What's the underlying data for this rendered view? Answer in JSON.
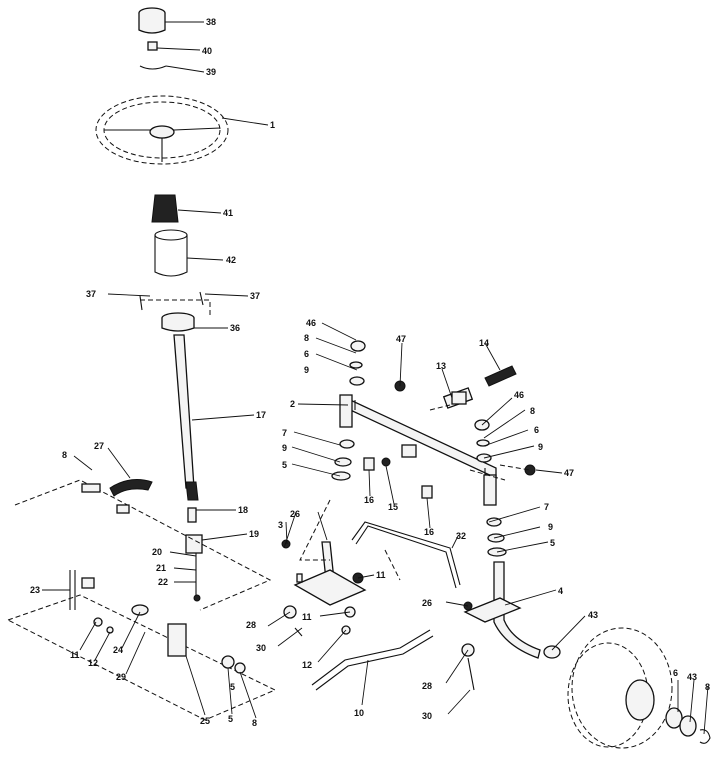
{
  "callouts": {
    "c1": "1",
    "c2": "2",
    "c4": "4",
    "c5a": "5",
    "c5b": "5",
    "c5c": "5",
    "c5d": "5",
    "c6a": "6",
    "c6b": "6",
    "c6c": "6",
    "c8a": "8",
    "c8b": "8",
    "c8c": "8",
    "c8d": "8",
    "c8e": "8",
    "c9a": "9",
    "c9b": "9",
    "c9c": "9",
    "c9d": "9",
    "c10": "10",
    "c11a": "11",
    "c11b": "11",
    "c11c": "11",
    "c12a": "12",
    "c12b": "12",
    "c13": "13",
    "c14": "14",
    "c15": "15",
    "c16a": "16",
    "c16b": "16",
    "c17": "17",
    "c18": "18",
    "c19": "19",
    "c20": "20",
    "c21": "21",
    "c22": "22",
    "c23": "23",
    "c24": "24",
    "c25": "25",
    "c26a": "26",
    "c26b": "26",
    "c27": "27",
    "c28a": "28",
    "c28b": "28",
    "c29": "29",
    "c30a": "30",
    "c30b": "30",
    "c32": "32",
    "c36": "36",
    "c37a": "37",
    "c37b": "37",
    "c38": "38",
    "c39": "39",
    "c40": "40",
    "c41": "41",
    "c42": "42",
    "c43a": "43",
    "c43b": "43",
    "c46a": "46",
    "c46b": "46",
    "c47a": "47",
    "c47b": "47",
    "c7a": "7",
    "c7b": "7",
    "c3": "3"
  }
}
